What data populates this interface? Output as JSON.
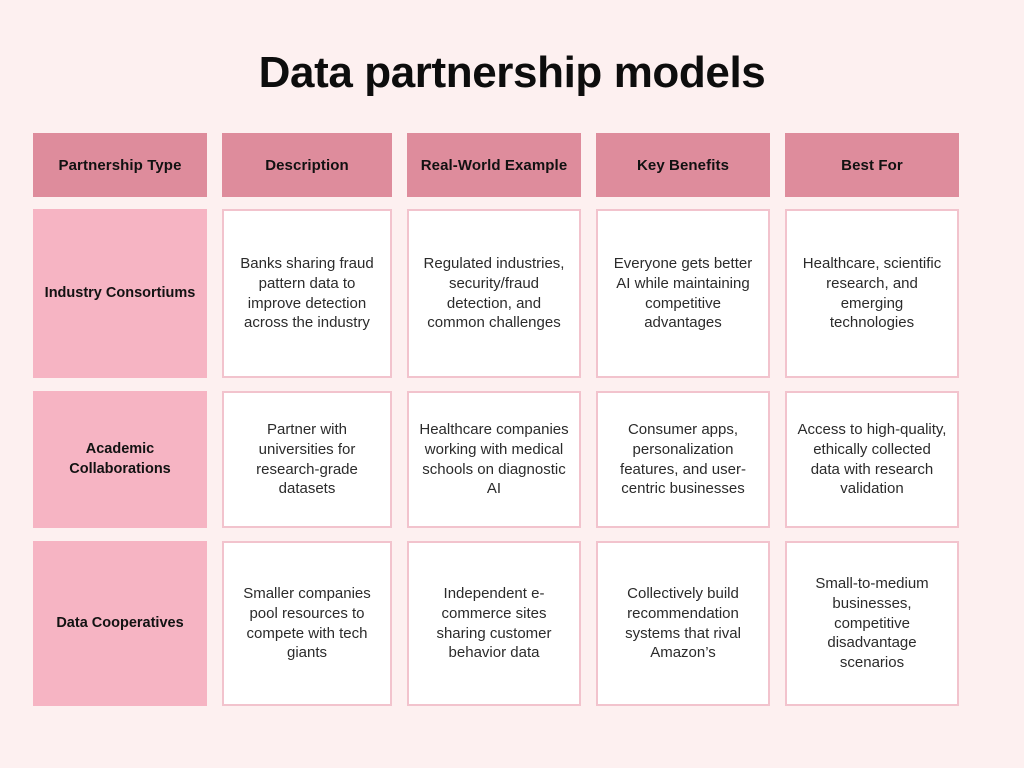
{
  "title": "Data partnership models",
  "theme": {
    "background": "#FDF0F0",
    "header_fill": "#DE8C9C",
    "row_header_fill": "#F6B4C3",
    "cell_fill": "#FFFFFF",
    "cell_border": "#F2C3CD",
    "text": "#111111"
  },
  "table": {
    "columns": [
      "Partnership Type",
      "Description",
      "Real-World Example",
      "Key Benefits",
      "Best For"
    ],
    "rows": [
      {
        "partnership_type": "Industry Consortiums",
        "description": "Banks sharing fraud pattern data to improve detection across the industry",
        "real_world_example": "Regulated industries, security/fraud detection, and common challenges",
        "key_benefits": "Everyone gets better AI while maintaining competitive advantages",
        "best_for": "Healthcare, scientific research, and emerging technologies"
      },
      {
        "partnership_type": "Academic Collaborations",
        "description": "Partner with universities for research-grade datasets",
        "real_world_example": "Healthcare companies working with medical schools on diagnostic AI",
        "key_benefits": "Consumer apps, personalization features, and user-centric businesses",
        "best_for": "Access to high-quality, ethically collected data with research validation"
      },
      {
        "partnership_type": "Data Cooperatives",
        "description": "Smaller companies pool resources to compete with tech giants",
        "real_world_example": "Independent e-commerce sites sharing customer behavior data",
        "key_benefits": "Collectively build recommendation systems that rival Amazon’s",
        "best_for": "Small-to-medium businesses, competitive disadvantage scenarios"
      }
    ]
  }
}
